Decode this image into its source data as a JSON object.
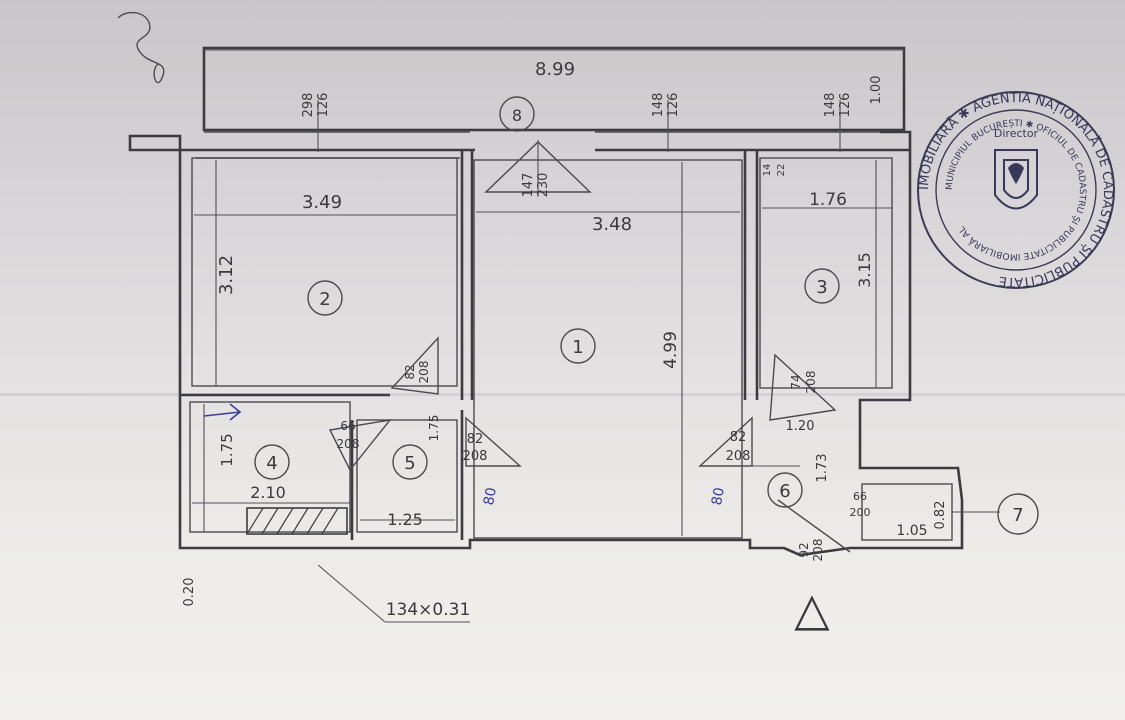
{
  "plan": {
    "overall_width": "8.99",
    "balcony_depth": "1.00",
    "stamp_text": "IMOBILIARĂ ✱ AGENTIA NAȚIONALĂ DE CADASTRU ȘI PUBLICITATE",
    "stamp_inner_text": "MUNICIPIUL BUCUREȘTI ✱ OFICIUL DE CADASTRU ȘI PUBLICITATE IMOBILIARĂ AL",
    "stamp_center": "Director",
    "north_marker": "△",
    "corridor_label": "7",
    "wall_note": "134×0.31",
    "wall_thickness": "0.20",
    "rooms": [
      {
        "id": "1",
        "width": "3.48",
        "length": "4.99"
      },
      {
        "id": "2",
        "width": "3.49",
        "length": "3.12"
      },
      {
        "id": "3",
        "width": "1.76",
        "length": "3.15"
      },
      {
        "id": "4",
        "width": "2.10",
        "length": "1.75"
      },
      {
        "id": "5",
        "width": "1.25",
        "length": "1.75"
      },
      {
        "id": "6",
        "width": "1.20",
        "length": "1.73"
      },
      {
        "id": "8"
      }
    ],
    "extra_room": {
      "width": "1.05",
      "length": "0.82"
    },
    "windows": [
      {
        "w": "298",
        "h": "126"
      },
      {
        "w": "148",
        "h": "126"
      },
      {
        "w": "148",
        "h": "126"
      }
    ],
    "doors": [
      {
        "w": "147",
        "h": "230"
      },
      {
        "w": "82",
        "h": "208"
      },
      {
        "w": "66",
        "h": "208"
      },
      {
        "w": "82",
        "h": "208"
      },
      {
        "w": "82",
        "h": "208"
      },
      {
        "w": "74",
        "h": "208"
      },
      {
        "w": "66",
        "h": "200"
      },
      {
        "w": "92",
        "h": "208"
      }
    ],
    "small_marks": [
      "14",
      "22",
      "1.20"
    ],
    "handwritten_notes": [
      "80",
      "80"
    ]
  }
}
